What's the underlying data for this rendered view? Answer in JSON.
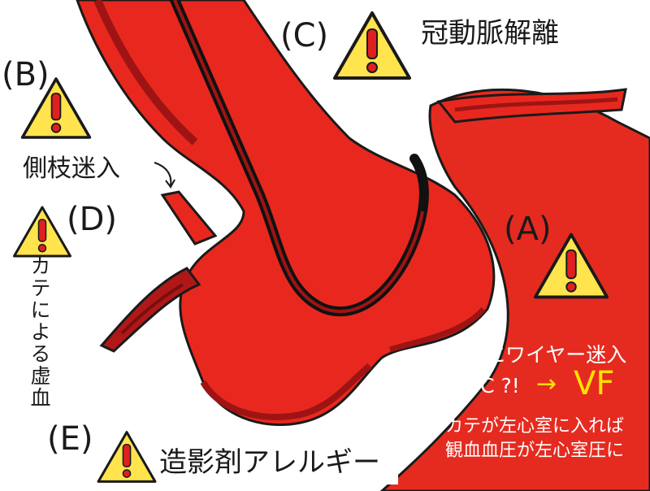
{
  "labels": {
    "A": "(A)",
    "B": "(B)",
    "C": "(C)",
    "D": "(D)",
    "E": "(E)"
  },
  "text": {
    "dissection": "冠動脈解離",
    "side_branch": "側枝迷入",
    "catheter_ischemia": "カテによる虚血",
    "contrast_allergy": "造影剤アレルギー",
    "wire_lv": "左心室にワイヤー迷入",
    "pvc": "→ PVC ?!",
    "arrow_vf": "→",
    "vf": "VF",
    "note_line1": "カテが左心室に入れば",
    "note_line2": "観血血圧が左心室圧に"
  },
  "colors": {
    "heart_red": "#e52b20",
    "dark_red": "#9e1414",
    "vessel_red": "#e8281e",
    "warning_yellow": "#ffe44d",
    "warning_mark": "#e02020",
    "vf_yellow": "#ffe000"
  },
  "icons": [
    "warning-icon"
  ]
}
